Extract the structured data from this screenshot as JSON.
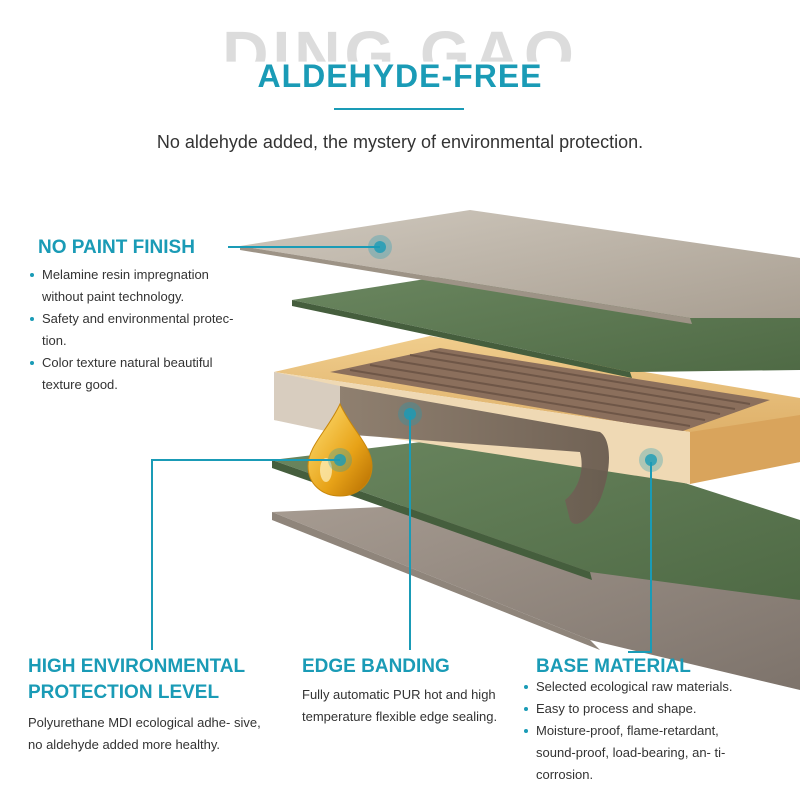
{
  "brand_watermark": "DING GAO",
  "title": "ALDEHYDE-FREE",
  "subtitle": "No aldehyde added, the mystery of environmental protection.",
  "colors": {
    "accent": "#1a9bb6",
    "text": "#333333",
    "board_green": "#5f7a52",
    "wood": "#e4b871"
  },
  "features": {
    "no_paint": {
      "heading": "NO PAINT FINISH",
      "bullets": [
        "Melamine resin impregnation without paint technology.",
        "Safety and environmental protec- tion.",
        "Color texture natural beautiful texture good."
      ]
    },
    "high_env": {
      "heading_line1": "HIGH ENVIRONMENTAL",
      "heading_line2": "PROTECTION LEVEL",
      "text": "Polyurethane MDI ecological adhe- sive, no aldehyde added more healthy."
    },
    "edge_banding": {
      "heading": "EDGE BANDING",
      "text": "Fully automatic PUR hot and high temperature flexible edge sealing."
    },
    "base_material": {
      "heading": "BASE MATERIAL",
      "bullets": [
        "Selected ecological raw materials.",
        "Easy to process and shape.",
        "Moisture-proof, flame-retardant, sound-proof, load-bearing, an- ti-corrosion."
      ]
    }
  },
  "icons": [
    "oil-drop-icon",
    "hotspot-marker-icon"
  ]
}
